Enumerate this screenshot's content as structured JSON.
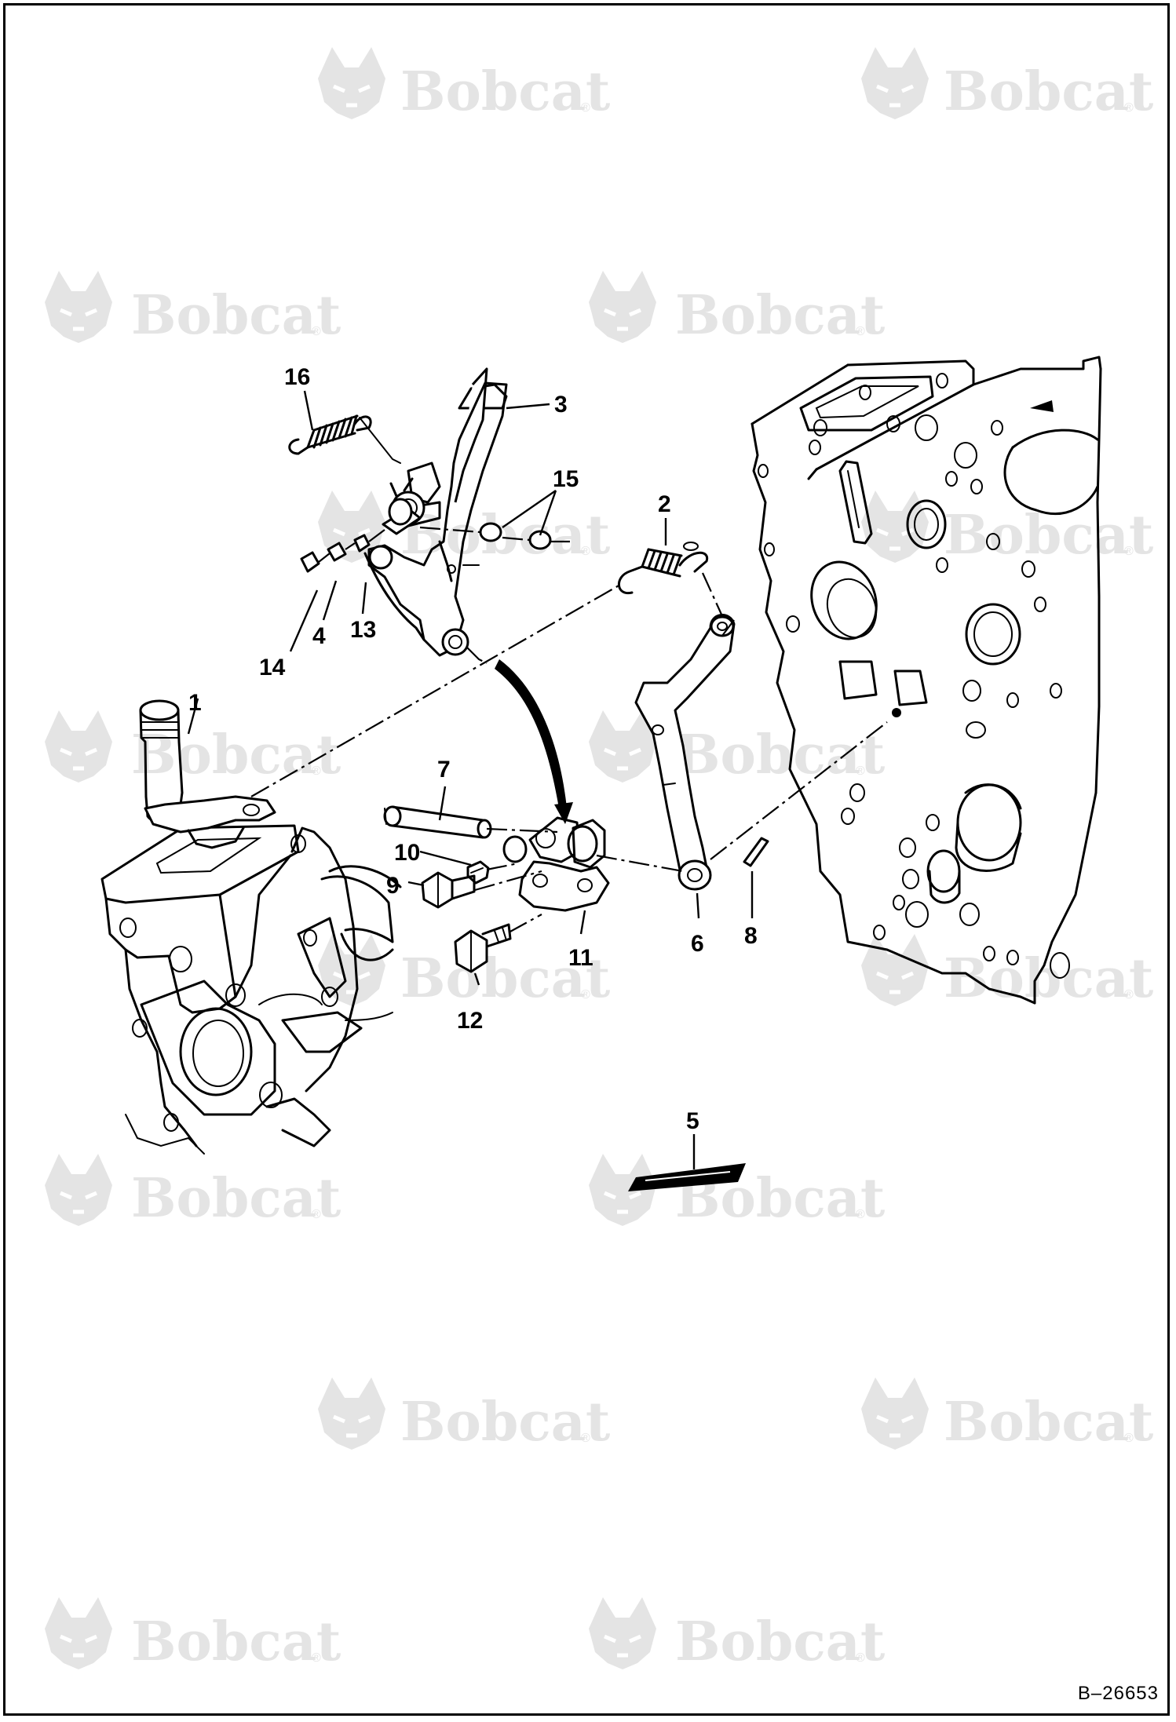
{
  "watermark": {
    "brand_text": "Bobcat",
    "color": "#e4e4e4"
  },
  "drawing_number": "B–26653",
  "callouts": [
    "1",
    "2",
    "3",
    "4",
    "5",
    "6",
    "7",
    "8",
    "9",
    "10",
    "11",
    "12",
    "13",
    "14",
    "15",
    "16"
  ]
}
